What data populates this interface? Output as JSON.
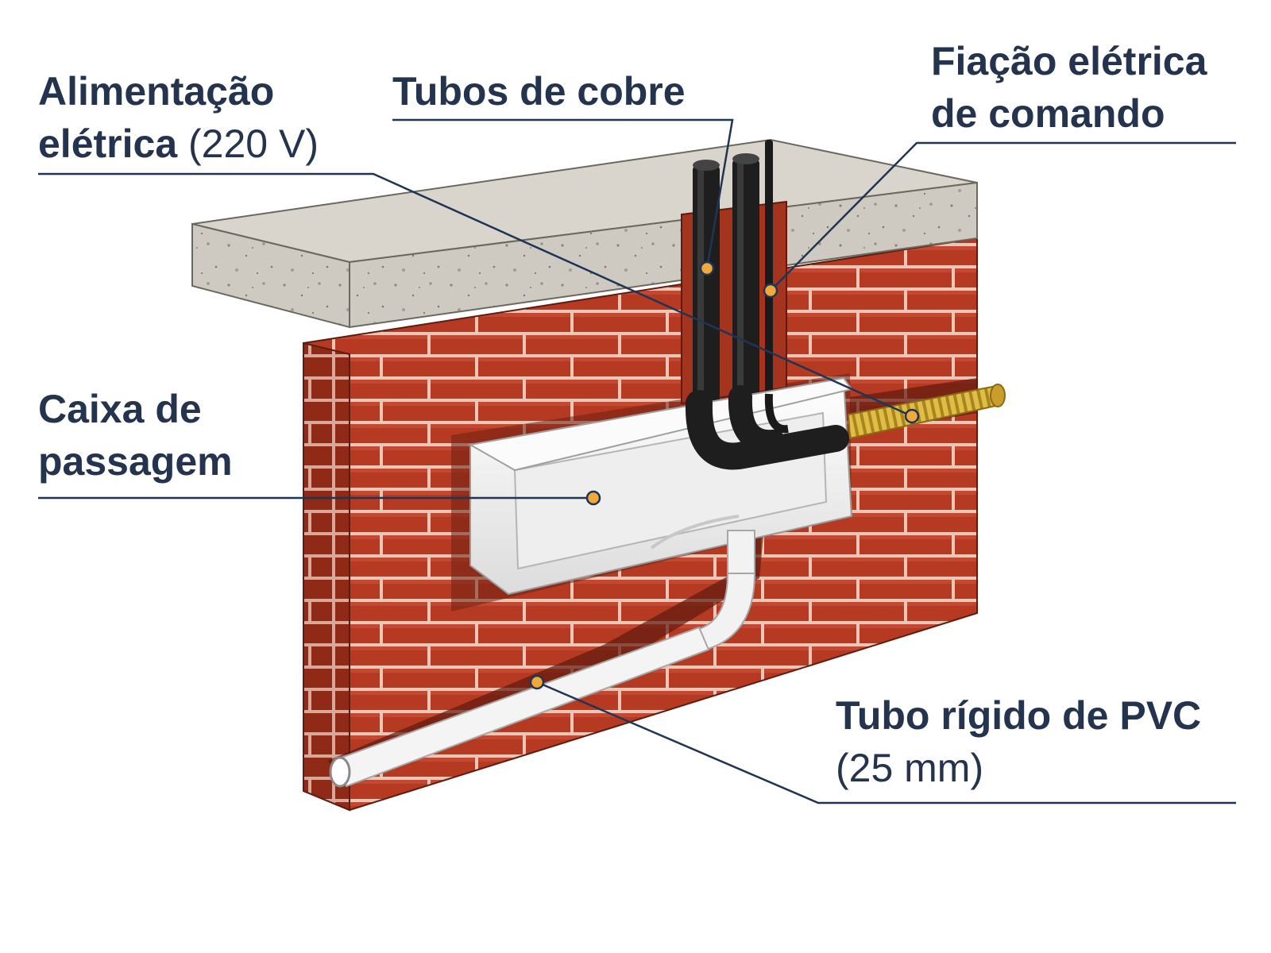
{
  "colors": {
    "label_text": "#24344f",
    "leader_line": "#1f3556",
    "callout_dot": "#f0a93a",
    "brick": "#b63a22",
    "mortar": "#e9c6b6",
    "concrete": "#cfcac1",
    "insulation": "#1e1e1e",
    "conduit": "#e0bd45",
    "pvc": "#f2f2f2"
  },
  "labels": {
    "alimentacao": {
      "line1": "Alimentação",
      "line2_bold": "elétrica",
      "line2_normal": "(220 V)"
    },
    "tubos_cobre": {
      "line1": "Tubos de cobre"
    },
    "fiacao": {
      "line1": "Fiação elétrica",
      "line2": "de comando"
    },
    "caixa": {
      "line1": "Caixa de",
      "line2": "passagem"
    },
    "tubo_pvc": {
      "line1": "Tubo rígido de PVC",
      "line2": "(25 mm)"
    }
  }
}
